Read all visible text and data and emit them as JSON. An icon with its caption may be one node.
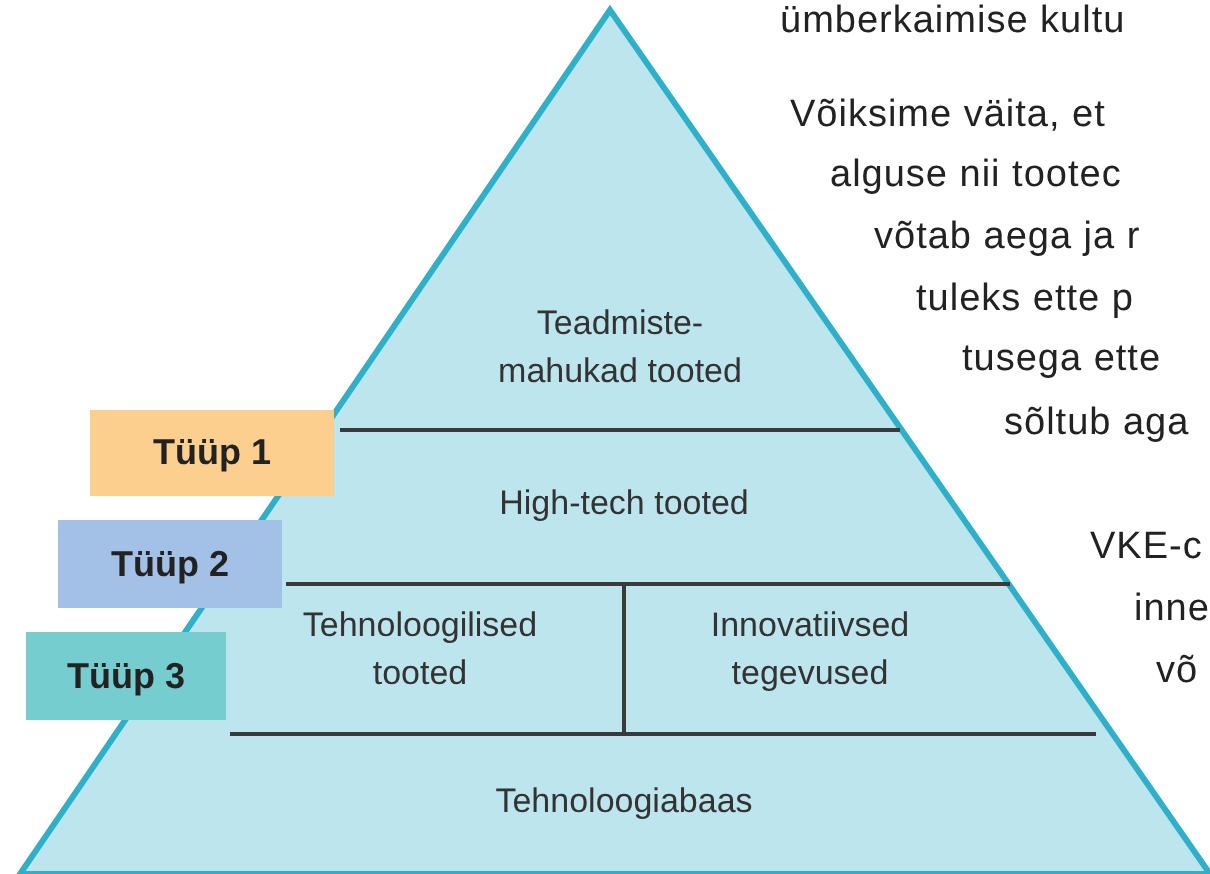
{
  "diagram": {
    "nodes": [
      {
        "text": [],
        "shape": "triangle"
      },
      {
        "text": [
          "Teadmiste- mahukad tooted"
        ],
        "in": 0
      },
      {
        "text": [
          "High-tech tooted"
        ],
        "in": 0
      },
      {
        "text": [
          "Tehnoloogilised tooted"
        ],
        "in": 0
      },
      {
        "text": [
          "Innovatiivsed tegevused"
        ],
        "in": 0
      },
      {
        "text": [
          "Tehnoloogiabaas"
        ],
        "in": 0
      },
      {
        "text": [
          "Tüüp 1"
        ]
      },
      {
        "text": [
          "Tüüp 2"
        ]
      },
      {
        "text": [
          "Tüüp 3"
        ]
      }
    ],
    "edges": [],
    "labels": [
      "ümberkaimise kultu",
      "Võiksime väita, et",
      "alguse nii tootec",
      "võtab aega ja r",
      "tuleks ette p",
      "tusega ette",
      "sõltub aga",
      "VKE-c",
      "inne",
      "võ"
    ]
  }
}
